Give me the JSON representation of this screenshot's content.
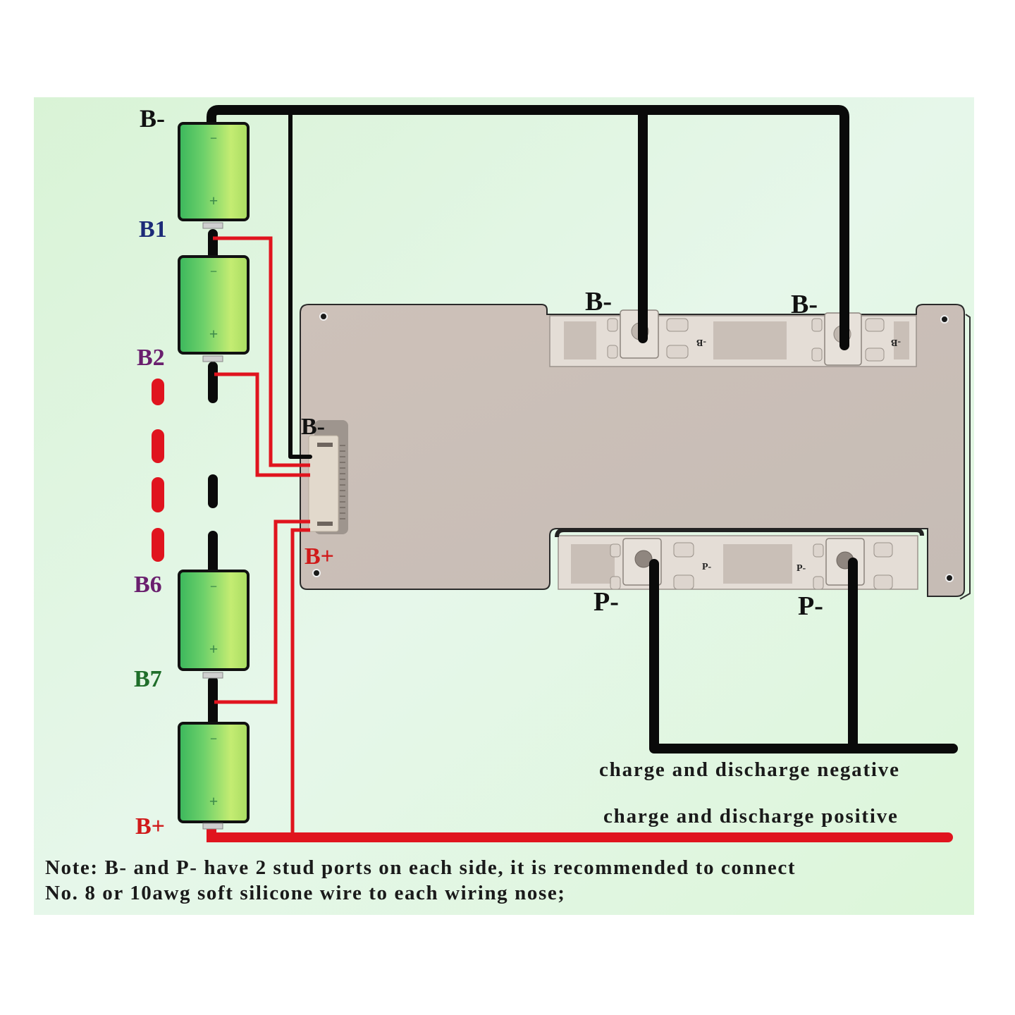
{
  "diagram": {
    "title": "BMS wiring diagram",
    "colors": {
      "background": "#ffffff",
      "panel": "#dff5de",
      "wire_negative": "#0a0a0a",
      "wire_positive": "#e0141e",
      "board": "#c9beb6",
      "battery_dark": "#3fbf5f",
      "battery_light": "#c9ee70"
    },
    "battery_labels": {
      "b_minus": "B-",
      "b1": "B1",
      "b2": "B2",
      "b6": "B6",
      "b7": "B7",
      "b_plus": "B+"
    },
    "battery_label_colors": {
      "b_minus": "#111111",
      "b1": "#1c2a78",
      "b2": "#6a1f6e",
      "b6": "#6a1f6e",
      "b7": "#1f6e2a",
      "b_plus": "#d01a1a"
    },
    "battery_terminals": {
      "negative": "−",
      "positive": "+"
    },
    "connector_labels": {
      "b_minus": "B-",
      "b_plus": "B+"
    },
    "board_terminals": {
      "b_minus_left": "B-",
      "b_minus_right": "B-",
      "p_minus_left": "P-",
      "p_minus_right": "P-",
      "silk_b_left": "-B",
      "silk_b_right": "-B",
      "silk_p_left": "P-",
      "silk_p_right": "P-"
    },
    "captions": {
      "negative": "charge and discharge negative",
      "positive": "charge and discharge positive"
    },
    "note": {
      "line1": "Note: B- and P- have 2 stud ports on each side, it is recommended to connect",
      "line2": "No. 8 or 10awg  soft silicone wire to each  wiring nose;"
    }
  }
}
